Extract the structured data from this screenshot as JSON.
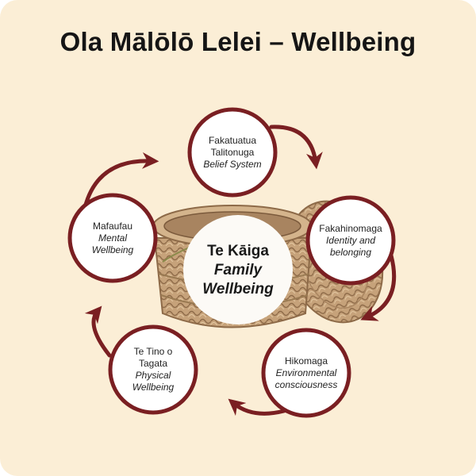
{
  "title": "Ola Mālōlō Lelei – Wellbeing",
  "colors": {
    "background": "#fbeed6",
    "ring": "#7a1f22",
    "arrow": "#7a1f22",
    "basket": "#b99468"
  },
  "center": {
    "line1": "Te Kāiga",
    "line2": "Family",
    "line3": "Wellbeing"
  },
  "nodes": {
    "belief": {
      "line1": "Fakatuatua",
      "line2": "Talitonuga",
      "line3": "Belief System"
    },
    "identity": {
      "line1": "Fakahinomaga",
      "line2": "Identity and",
      "line3": "belonging"
    },
    "environment": {
      "line1": "Hikomaga",
      "line2": "Environmental",
      "line3": "consciousness"
    },
    "physical": {
      "line1": "Te Tino o",
      "line2": "Tagata",
      "line3": "Physical",
      "line4": "Wellbeing"
    },
    "mental": {
      "line1": "Mafaufau",
      "line2": "Mental",
      "line3": "Wellbeing"
    }
  },
  "icons": {
    "basket": "woven-basket-illustration",
    "arrows": "curved-cycle-arrow"
  }
}
